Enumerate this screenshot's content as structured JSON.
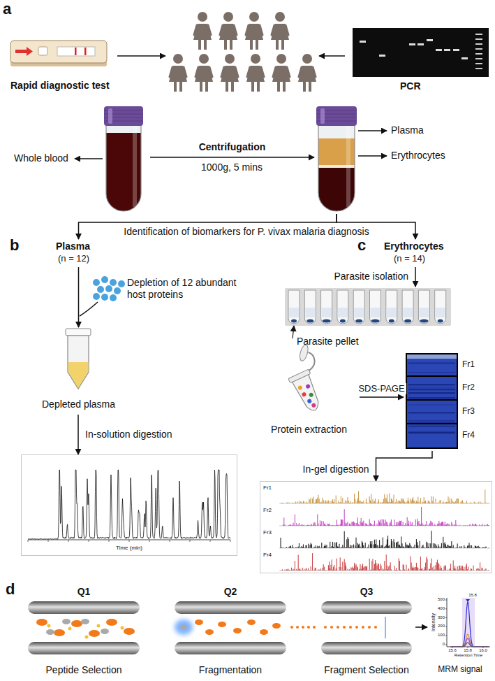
{
  "diagram": {
    "nodes": [
      {
        "text": [
          "Rapid diagnostic test"
        ]
      },
      {
        "text": [
          "PCR"
        ]
      },
      {
        "text": [
          "Whole blood"
        ]
      },
      {
        "text": [
          "Plasma",
          "Erythrocytes"
        ]
      },
      {
        "text": [
          "Plasma",
          "(n = 12)"
        ]
      },
      {
        "text": [
          "Erythrocytes",
          "(n = 14)"
        ]
      },
      {
        "text": [
          "Depleted plasma"
        ]
      },
      {
        "text": [
          "Time (min)"
        ]
      },
      {
        "text": [
          "Parasite pellet"
        ]
      },
      {
        "text": [
          "Protein extraction"
        ]
      },
      {
        "text": [
          "Fr1",
          "Fr2",
          "Fr3",
          "Fr4"
        ]
      },
      {
        "text": [
          "Fr1",
          "Fr2",
          "Fr3",
          "Fr4"
        ]
      },
      {
        "text": [
          "Q1",
          "Peptide Selection"
        ]
      },
      {
        "text": [
          "Q2",
          "Fragmentation"
        ]
      },
      {
        "text": [
          "Q3",
          "Fragment Selection"
        ]
      },
      {
        "text": [
          "MRM signal"
        ]
      }
    ],
    "edges": [
      {
        "from": 2,
        "to": 3,
        "label": "Centrifugation",
        "arrow": "to"
      },
      {
        "from": 3,
        "to": 4,
        "arrow": "to"
      },
      {
        "from": 3,
        "to": 5,
        "arrow": "to"
      },
      {
        "from": 4,
        "to": 6,
        "arrow": "to"
      },
      {
        "from": 6,
        "to": 7,
        "label": "In-solution digestion",
        "arrow": "to"
      },
      {
        "from": 5,
        "to": 8,
        "label": "Parasite isolation",
        "arrow": "to"
      },
      {
        "from": 9,
        "to": 10,
        "label": "SDS-PAGE",
        "arrow": "to"
      },
      {
        "from": 10,
        "to": 11,
        "label": "In-gel digestion",
        "arrow": "to"
      },
      {
        "from": 14,
        "to": 15,
        "arrow": "to"
      }
    ],
    "labels": [
      "a",
      "1000g, 5 mins",
      "Identification of biomarkers for P. vivax malaria diagnosis",
      "b",
      "Depletion of 12 abundant host proteins",
      "c",
      "d",
      "Intensity",
      "500",
      "400",
      "300",
      "200",
      "100",
      "0",
      "15.6",
      "15.8",
      "16.0",
      "Retention Time",
      "15.8"
    ]
  }
}
